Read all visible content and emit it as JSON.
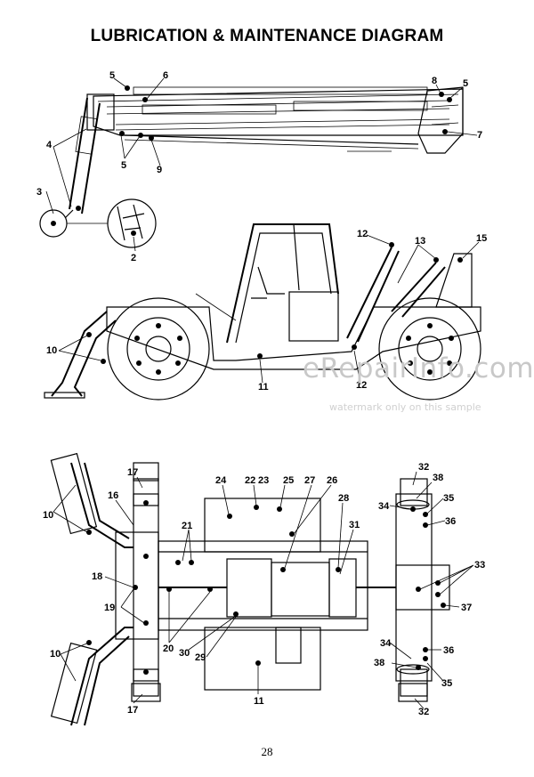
{
  "title": "LUBRICATION & MAINTENANCE DIAGRAM",
  "page_number": "28",
  "watermark": {
    "main": "eRepairInfo.com",
    "sub": "watermark only on this sample"
  },
  "callouts": {
    "boom": [
      "5",
      "6",
      "8",
      "5",
      "7",
      "4",
      "5",
      "9",
      "3",
      "2"
    ],
    "side": [
      "12",
      "13",
      "15",
      "10",
      "11",
      "12"
    ],
    "plan": [
      "17",
      "16",
      "21",
      "24",
      "22",
      "23",
      "25",
      "27",
      "26",
      "28",
      "31",
      "32",
      "38",
      "34",
      "35",
      "36",
      "33",
      "37",
      "10",
      "18",
      "19",
      "20",
      "30",
      "29",
      "11",
      "34",
      "38",
      "36",
      "35",
      "32",
      "10",
      "17"
    ]
  },
  "colors": {
    "ink": "#000000",
    "paper": "#ffffff",
    "watermark": "#c8c8c8"
  }
}
